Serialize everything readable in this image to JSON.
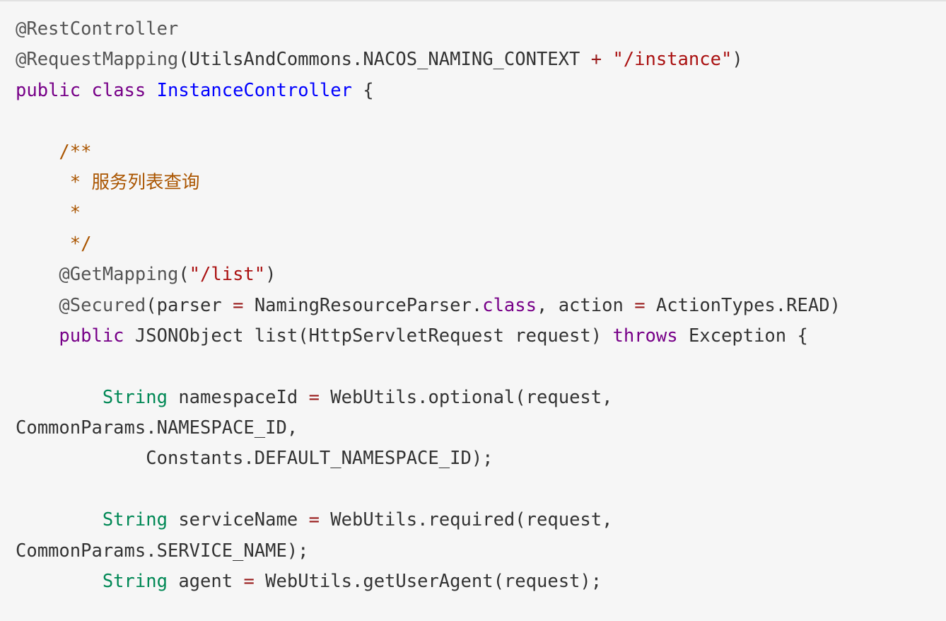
{
  "code": {
    "language": "java",
    "colors": {
      "background": "#f6f6f6",
      "meta": "#555555",
      "keyword": "#770088",
      "definition": "#0000ff",
      "string": "#aa1111",
      "comment": "#aa5500",
      "type": "#008855",
      "operator": "#981a1a",
      "plain": "#333333"
    },
    "lines": [
      [
        {
          "t": "meta",
          "v": "@RestController"
        }
      ],
      [
        {
          "t": "meta",
          "v": "@RequestMapping"
        },
        {
          "t": "punct",
          "v": "("
        },
        {
          "t": "var",
          "v": "UtilsAndCommons"
        },
        {
          "t": "punct",
          "v": "."
        },
        {
          "t": "var",
          "v": "NACOS_NAMING_CONTEXT"
        },
        {
          "t": "plain",
          "v": " "
        },
        {
          "t": "op",
          "v": "+"
        },
        {
          "t": "plain",
          "v": " "
        },
        {
          "t": "string",
          "v": "\"/instance\""
        },
        {
          "t": "punct",
          "v": ")"
        }
      ],
      [
        {
          "t": "keyword",
          "v": "public"
        },
        {
          "t": "plain",
          "v": " "
        },
        {
          "t": "keyword",
          "v": "class"
        },
        {
          "t": "plain",
          "v": " "
        },
        {
          "t": "def",
          "v": "InstanceController"
        },
        {
          "t": "plain",
          "v": " {"
        }
      ],
      [],
      [
        {
          "t": "plain",
          "v": "    "
        },
        {
          "t": "comment",
          "v": "/**"
        }
      ],
      [
        {
          "t": "comment",
          "v": "     * 服务列表查询"
        }
      ],
      [
        {
          "t": "comment",
          "v": "     *"
        }
      ],
      [
        {
          "t": "comment",
          "v": "     */"
        }
      ],
      [
        {
          "t": "plain",
          "v": "    "
        },
        {
          "t": "meta",
          "v": "@GetMapping"
        },
        {
          "t": "punct",
          "v": "("
        },
        {
          "t": "string",
          "v": "\"/list\""
        },
        {
          "t": "punct",
          "v": ")"
        }
      ],
      [
        {
          "t": "plain",
          "v": "    "
        },
        {
          "t": "meta",
          "v": "@Secured"
        },
        {
          "t": "punct",
          "v": "("
        },
        {
          "t": "var",
          "v": "parser"
        },
        {
          "t": "plain",
          "v": " "
        },
        {
          "t": "op",
          "v": "="
        },
        {
          "t": "plain",
          "v": " "
        },
        {
          "t": "var",
          "v": "NamingResourceParser"
        },
        {
          "t": "punct",
          "v": "."
        },
        {
          "t": "keyword",
          "v": "class"
        },
        {
          "t": "punct",
          "v": ", "
        },
        {
          "t": "var",
          "v": "action"
        },
        {
          "t": "plain",
          "v": " "
        },
        {
          "t": "op",
          "v": "="
        },
        {
          "t": "plain",
          "v": " "
        },
        {
          "t": "var",
          "v": "ActionTypes"
        },
        {
          "t": "punct",
          "v": "."
        },
        {
          "t": "var",
          "v": "READ"
        },
        {
          "t": "punct",
          "v": ")"
        }
      ],
      [
        {
          "t": "plain",
          "v": "    "
        },
        {
          "t": "keyword",
          "v": "public"
        },
        {
          "t": "plain",
          "v": " "
        },
        {
          "t": "var",
          "v": "JSONObject"
        },
        {
          "t": "plain",
          "v": " "
        },
        {
          "t": "var",
          "v": "list"
        },
        {
          "t": "punct",
          "v": "("
        },
        {
          "t": "var",
          "v": "HttpServletRequest"
        },
        {
          "t": "plain",
          "v": " "
        },
        {
          "t": "var",
          "v": "request"
        },
        {
          "t": "punct",
          "v": ") "
        },
        {
          "t": "keyword",
          "v": "throws"
        },
        {
          "t": "plain",
          "v": " "
        },
        {
          "t": "var",
          "v": "Exception"
        },
        {
          "t": "plain",
          "v": " {"
        }
      ],
      [],
      [
        {
          "t": "plain",
          "v": "        "
        },
        {
          "t": "type",
          "v": "String"
        },
        {
          "t": "plain",
          "v": " "
        },
        {
          "t": "var",
          "v": "namespaceId"
        },
        {
          "t": "plain",
          "v": " "
        },
        {
          "t": "op",
          "v": "="
        },
        {
          "t": "plain",
          "v": " "
        },
        {
          "t": "var",
          "v": "WebUtils"
        },
        {
          "t": "punct",
          "v": "."
        },
        {
          "t": "var",
          "v": "optional"
        },
        {
          "t": "punct",
          "v": "("
        },
        {
          "t": "var",
          "v": "request"
        },
        {
          "t": "punct",
          "v": ","
        }
      ],
      [
        {
          "t": "var",
          "v": "CommonParams"
        },
        {
          "t": "punct",
          "v": "."
        },
        {
          "t": "var",
          "v": "NAMESPACE_ID"
        },
        {
          "t": "punct",
          "v": ","
        }
      ],
      [
        {
          "t": "plain",
          "v": "            "
        },
        {
          "t": "var",
          "v": "Constants"
        },
        {
          "t": "punct",
          "v": "."
        },
        {
          "t": "var",
          "v": "DEFAULT_NAMESPACE_ID"
        },
        {
          "t": "punct",
          "v": ");"
        }
      ],
      [],
      [
        {
          "t": "plain",
          "v": "        "
        },
        {
          "t": "type",
          "v": "String"
        },
        {
          "t": "plain",
          "v": " "
        },
        {
          "t": "var",
          "v": "serviceName"
        },
        {
          "t": "plain",
          "v": " "
        },
        {
          "t": "op",
          "v": "="
        },
        {
          "t": "plain",
          "v": " "
        },
        {
          "t": "var",
          "v": "WebUtils"
        },
        {
          "t": "punct",
          "v": "."
        },
        {
          "t": "var",
          "v": "required"
        },
        {
          "t": "punct",
          "v": "("
        },
        {
          "t": "var",
          "v": "request"
        },
        {
          "t": "punct",
          "v": ","
        }
      ],
      [
        {
          "t": "var",
          "v": "CommonParams"
        },
        {
          "t": "punct",
          "v": "."
        },
        {
          "t": "var",
          "v": "SERVICE_NAME"
        },
        {
          "t": "punct",
          "v": ");"
        }
      ],
      [
        {
          "t": "plain",
          "v": "        "
        },
        {
          "t": "type",
          "v": "String"
        },
        {
          "t": "plain",
          "v": " "
        },
        {
          "t": "var",
          "v": "agent"
        },
        {
          "t": "plain",
          "v": " "
        },
        {
          "t": "op",
          "v": "="
        },
        {
          "t": "plain",
          "v": " "
        },
        {
          "t": "var",
          "v": "WebUtils"
        },
        {
          "t": "punct",
          "v": "."
        },
        {
          "t": "var",
          "v": "getUserAgent"
        },
        {
          "t": "punct",
          "v": "("
        },
        {
          "t": "var",
          "v": "request"
        },
        {
          "t": "punct",
          "v": ");"
        }
      ]
    ]
  }
}
